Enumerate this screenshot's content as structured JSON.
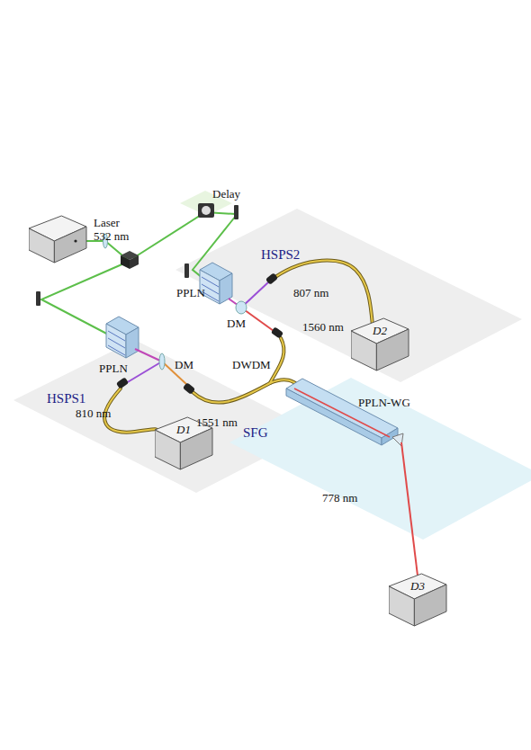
{
  "diagram": {
    "nodes": [
      {
        "text": [
          "Laser 532 nm"
        ]
      },
      {
        "text": [
          "D2"
        ]
      },
      {
        "text": [
          "D1"
        ]
      },
      {
        "text": [
          "D3"
        ]
      }
    ],
    "labels": [
      "Delay",
      "HSPS2",
      "807 nm",
      "PPLN",
      "DM",
      "1560 nm",
      "PPLN",
      "DM",
      "DWDM",
      "HSPS1",
      "PPLN-WG",
      "810 nm",
      "1551 nm",
      "SFG",
      "778 nm"
    ]
  }
}
